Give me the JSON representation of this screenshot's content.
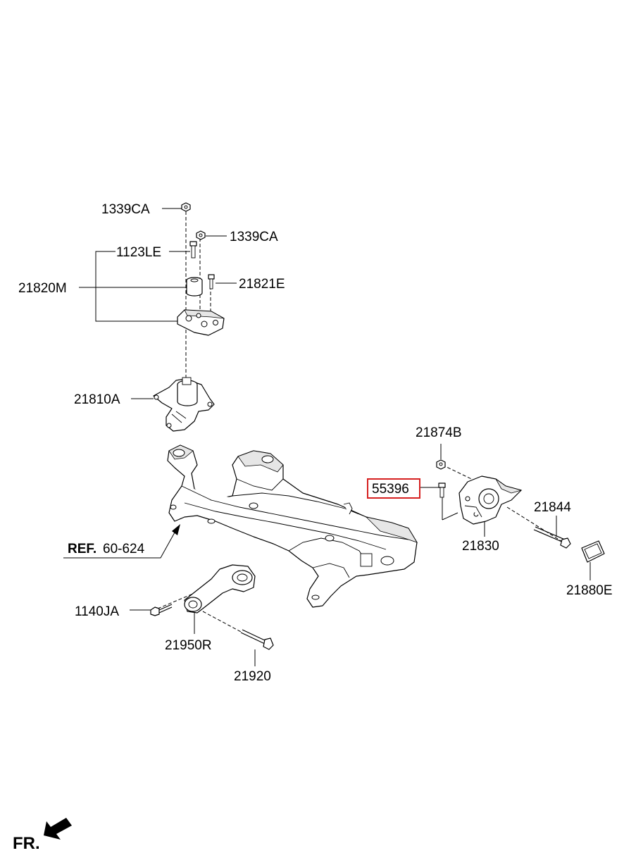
{
  "labels": {
    "nut_top": "1339CA",
    "nut_second": "1339CA",
    "bolt_1123le": "1123LE",
    "bracket_21820m": "21820M",
    "bolt_21821e": "21821E",
    "mount_21810a": "21810A",
    "nut_21874b": "21874B",
    "part_55396": "55396",
    "bolt_21844": "21844",
    "mount_21830": "21830",
    "cover_21880e": "21880E",
    "bolt_1140ja": "1140JA",
    "roll_rod_21950r": "21950R",
    "bolt_21920": "21920",
    "ref_prefix": "REF.",
    "ref_number": "60-624",
    "front_indicator": "FR."
  },
  "colors": {
    "highlight_box": "#d62020",
    "line": "#000000"
  },
  "icons": {
    "front_arrow": "arrow-down-left-icon"
  }
}
